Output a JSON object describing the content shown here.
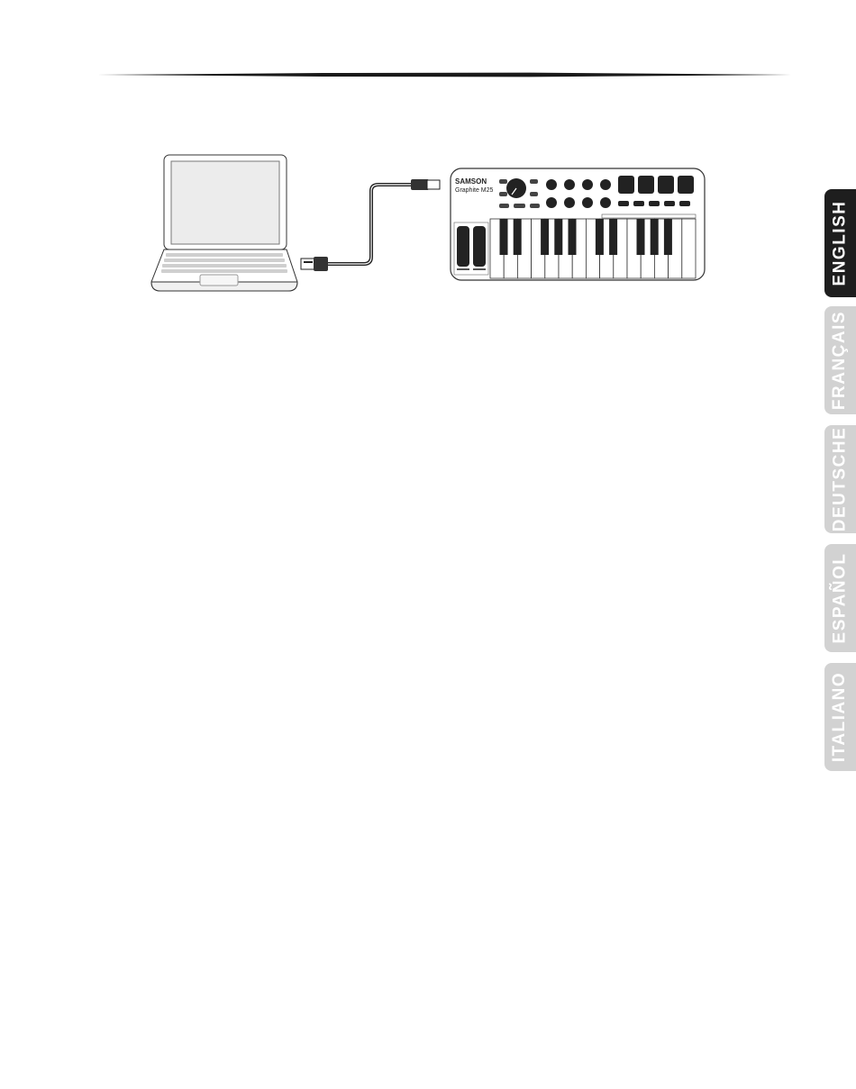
{
  "colors": {
    "active_tab_bg": "#1e1e1e",
    "active_tab_text": "#ffffff",
    "inactive_tab_bg": "#d2d2d2",
    "inactive_tab_text": "#ffffff",
    "header_rule": "#1a1a1a"
  },
  "figure": {
    "device_brand": "SAMSON",
    "device_model": "Graphite M25"
  },
  "language_tabs": [
    {
      "label": "ENGLISH",
      "active": true
    },
    {
      "label": "FRANÇAIS",
      "active": false
    },
    {
      "label": "DEUTSCHE",
      "active": false
    },
    {
      "label": "ESPAÑOL",
      "active": false
    },
    {
      "label": "ITALIANO",
      "active": false
    }
  ]
}
